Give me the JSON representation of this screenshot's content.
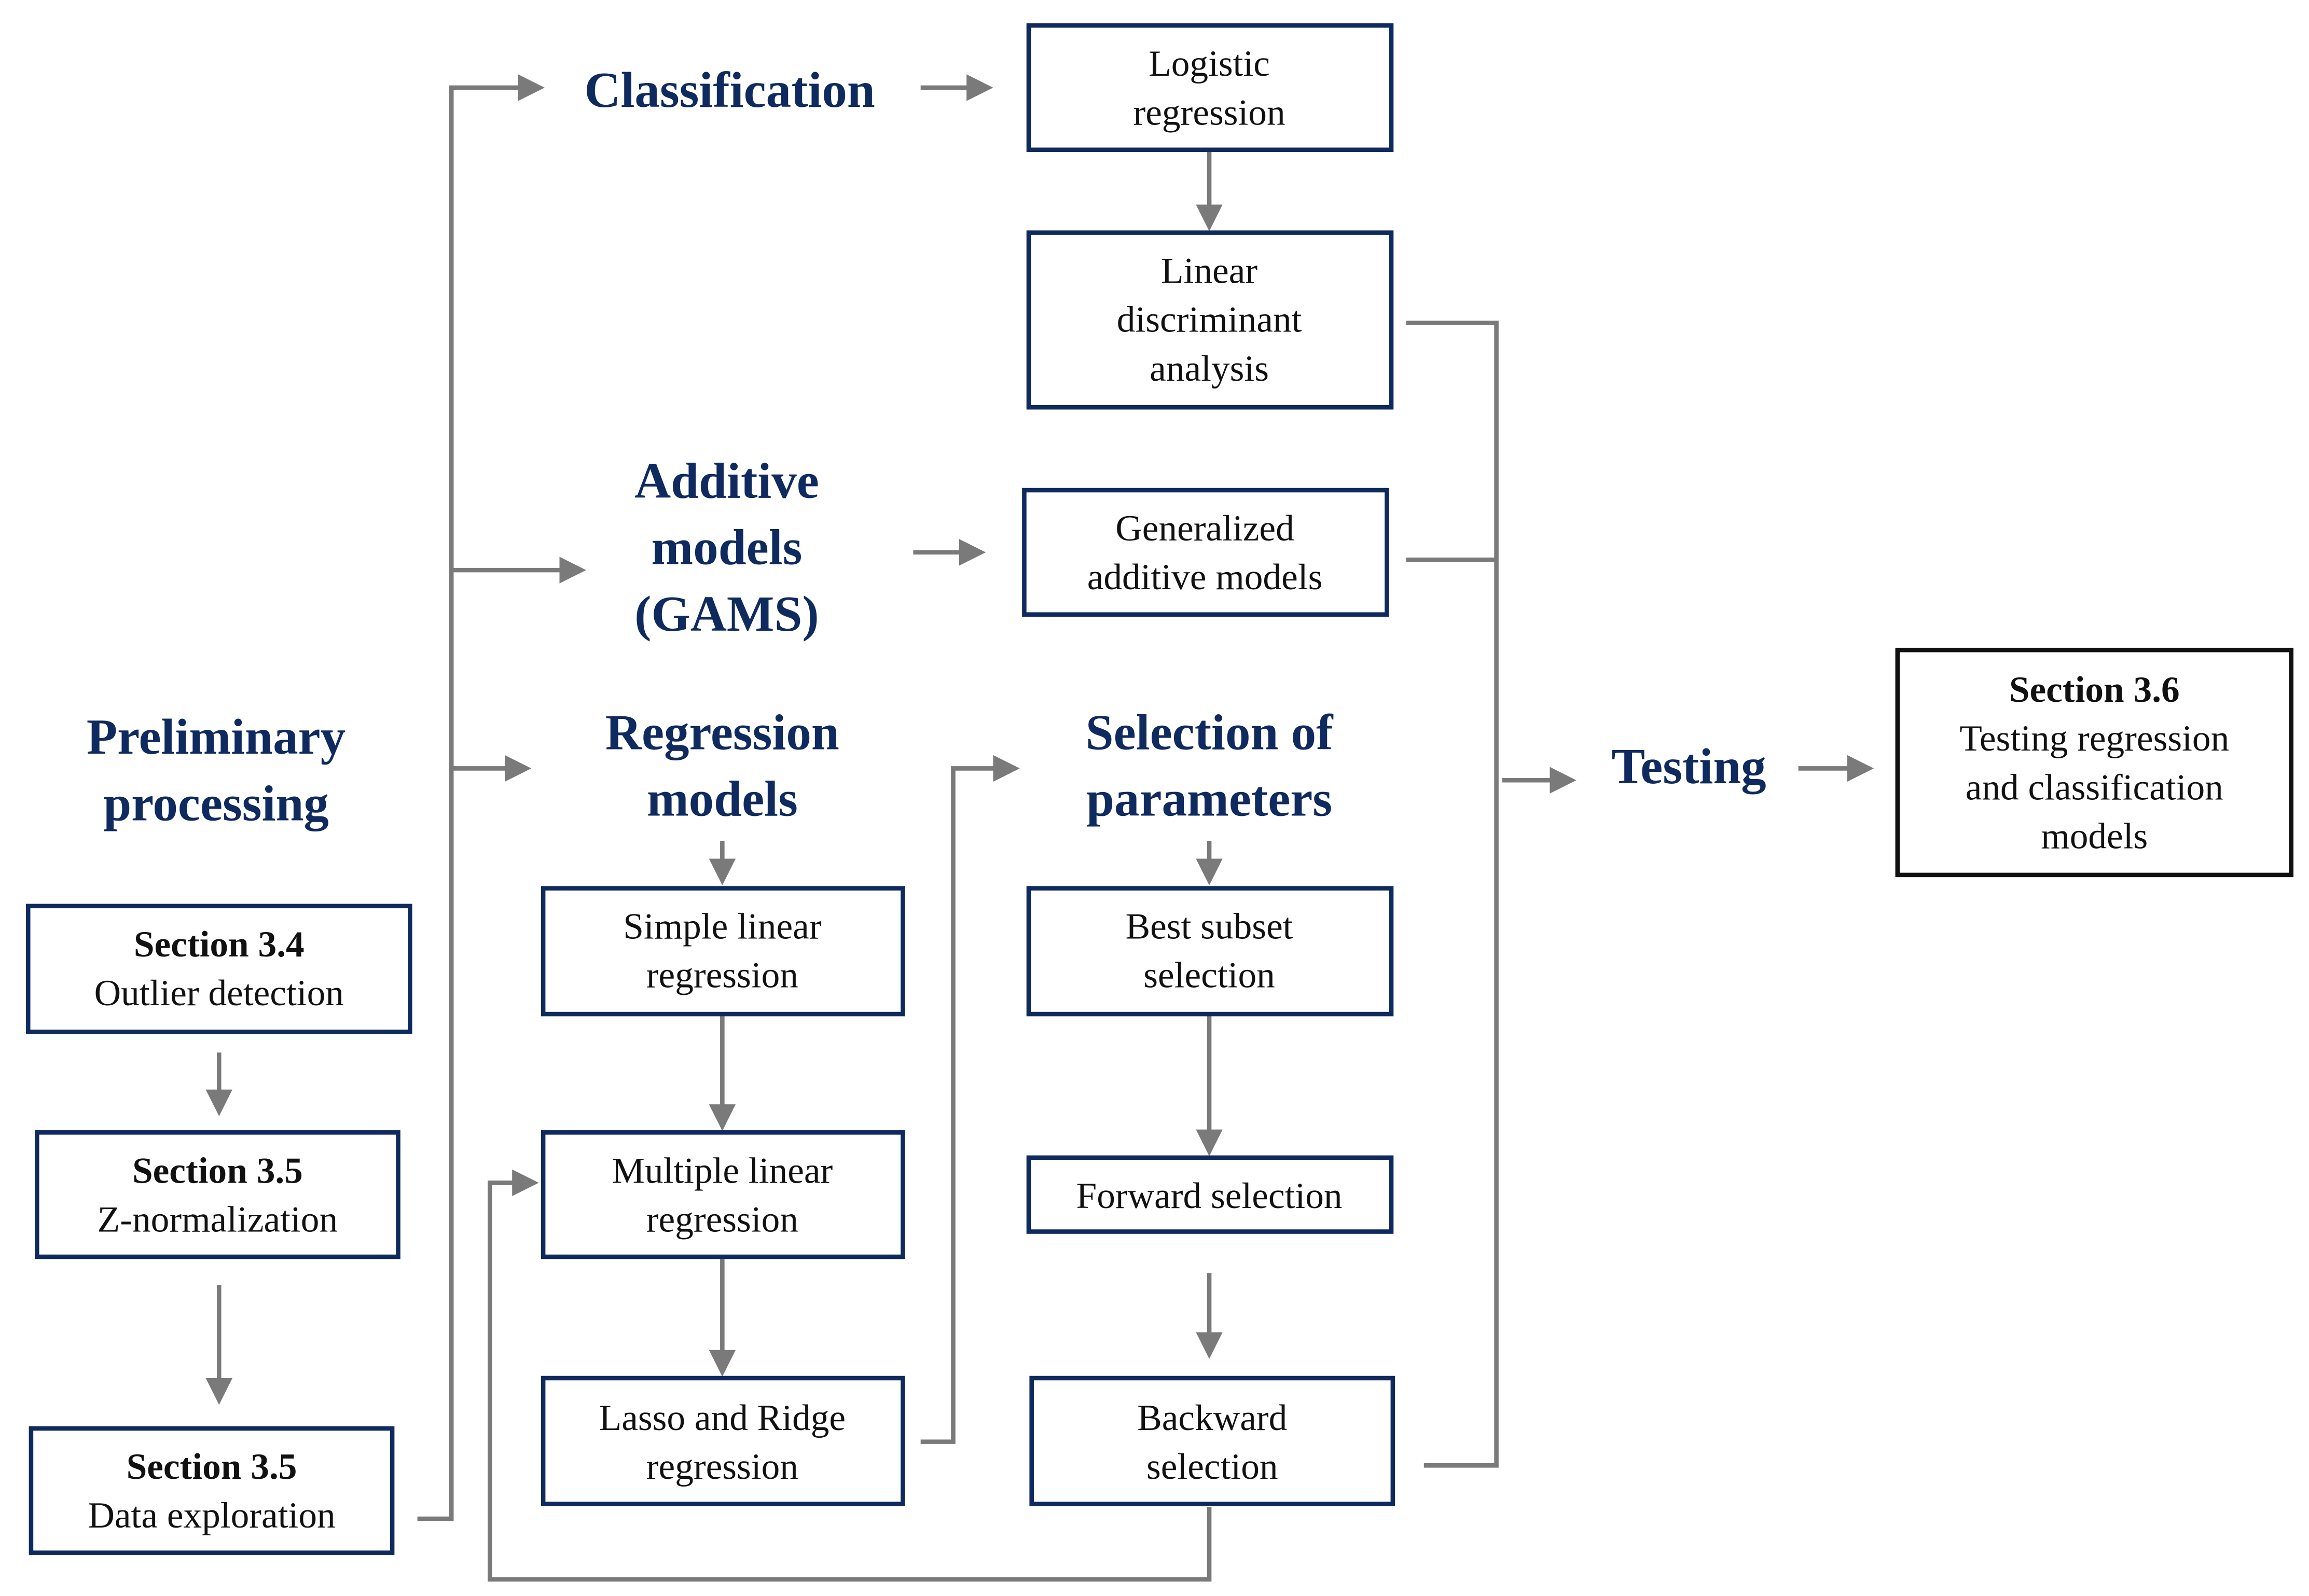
{
  "colors": {
    "heading": "#0f2a5e",
    "box_border": "#0f2a5e",
    "arrow": "#7a7a7a",
    "final_box_border": "#111111"
  },
  "headings": {
    "classification": [
      "Classification"
    ],
    "additive": [
      "Additive",
      "models",
      "(GAMS)"
    ],
    "preliminary": [
      "Preliminary",
      "processing"
    ],
    "regression": [
      "Regression",
      "models"
    ],
    "selection": [
      "Selection of",
      "parameters"
    ],
    "testing": [
      "Testing"
    ]
  },
  "boxes": {
    "logistic": [
      "Logistic",
      "regression"
    ],
    "lda": [
      "Linear",
      "discriminant",
      "analysis"
    ],
    "gam": [
      "Generalized",
      "additive models"
    ],
    "sec34": {
      "title": "Section 3.4",
      "text": "Outlier detection"
    },
    "sec35a": {
      "title": "Section 3.5",
      "text": "Z-normalization"
    },
    "sec35b": {
      "title": "Section 3.5",
      "text": "Data exploration"
    },
    "simple": [
      "Simple linear",
      "regression"
    ],
    "multiple": [
      "Multiple linear",
      "regression"
    ],
    "lasso": [
      "Lasso and Ridge",
      "regression"
    ],
    "best": [
      "Best subset",
      "selection"
    ],
    "forward": [
      "Forward selection"
    ],
    "backward": [
      "Backward",
      "selection"
    ],
    "sec36": {
      "title": "Section 3.6",
      "lines": [
        "Testing regression",
        "and classification",
        "models"
      ]
    }
  }
}
